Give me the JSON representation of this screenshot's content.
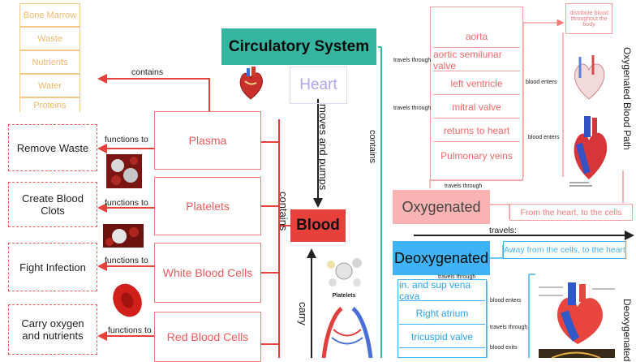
{
  "title": "Circulatory System",
  "heart": "Heart",
  "blood": "Blood",
  "moves_label": "moves and pumps",
  "contains_main": "contains",
  "contains_vertical": "contains",
  "contains_top": "contains",
  "carry_label": "carry",
  "plasma_contents": [
    "Bone Marrow",
    "Waste",
    "Nutrients",
    "Water",
    "Proteins"
  ],
  "components": [
    "Plasma",
    "Platelets",
    "White Blood Cells",
    "Red Blood Cells"
  ],
  "functions": [
    "Remove Waste",
    "Create Blood Clots",
    "Fight Infection",
    "Carry oxygen and nutrients"
  ],
  "functions_to": "functions to",
  "oxygenated_path": [
    "aorta",
    "aortic semilunar valve",
    "left ventricle",
    "mitral valve",
    "returns to heart",
    "Pulmonary veins"
  ],
  "oxygenated_links": [
    "travels through",
    "blood enters",
    "travels through",
    "blood enters",
    "travels through"
  ],
  "distribute_note": "distribute blood throughout the body",
  "oxygenated_path_title": "Oxygenated Blood Path",
  "oxygenated": "Oxygenated",
  "oxygenated_desc": "From the heart, to the cells",
  "travels": "travels:",
  "deoxygenated": "Deoxygenated",
  "deoxygenated_desc": "Away from the cells, to the heart",
  "deoxygenated_path": [
    "in. and sup vena cava",
    "Right atrium",
    "tricuspid valve"
  ],
  "deoxygenated_links": [
    "travels through",
    "blood enters",
    "travels through",
    "blood exits"
  ],
  "deoxygenated_title": "Deoxygenated",
  "platelets_img_label": "Platelets",
  "colors": {
    "teal": "#36b6a0",
    "red": "#e8403a",
    "pink": "#f07a7a",
    "blue": "#3fb3f5",
    "tan": "#f3c98a"
  }
}
